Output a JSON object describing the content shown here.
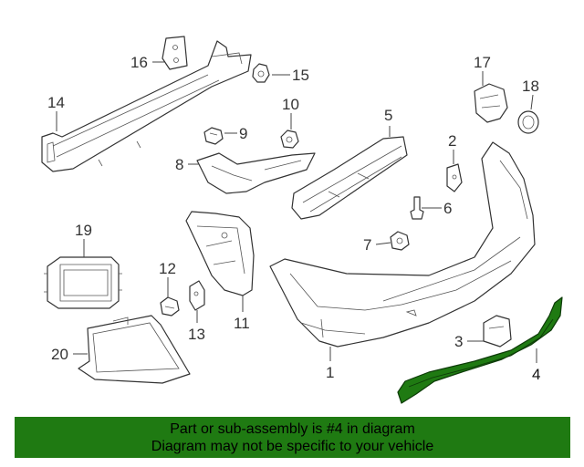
{
  "callouts": {
    "c1": "1",
    "c2": "2",
    "c3": "3",
    "c4": "4",
    "c5": "5",
    "c6": "6",
    "c7": "7",
    "c8": "8",
    "c9": "9",
    "c10": "10",
    "c11": "11",
    "c12": "12",
    "c13": "13",
    "c14": "14",
    "c15": "15",
    "c16": "16",
    "c17": "17",
    "c18": "18",
    "c19": "19",
    "c20": "20"
  },
  "highlighted_part": "4",
  "colors": {
    "highlight": "#1f7a12",
    "banner_background": "#1f7a12"
  },
  "banner": {
    "line1": "Part or sub-assembly is #4 in diagram",
    "line2": "Diagram may not be specific to your vehicle"
  }
}
